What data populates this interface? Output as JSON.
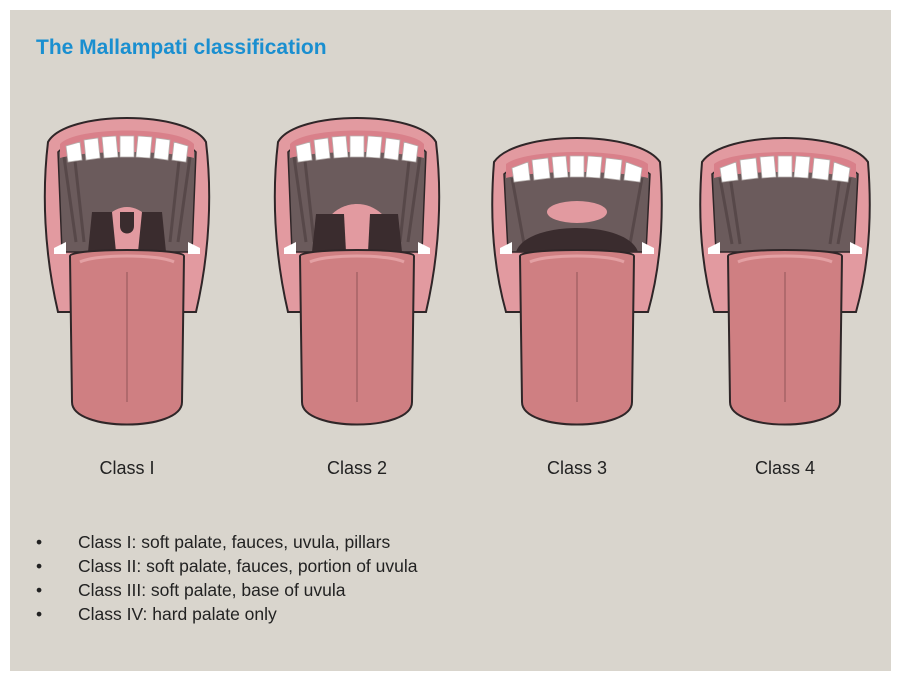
{
  "title": "The Mallampati classification",
  "classes": [
    {
      "label": "Class I"
    },
    {
      "label": "Class 2"
    },
    {
      "label": "Class 3"
    },
    {
      "label": "Class 4"
    }
  ],
  "notes": [
    "Class I: soft palate, fauces, uvula, pillars",
    "Class II: soft palate, fauces, portion of uvula",
    "Class III: soft palate, base of uvula",
    "Class IV: hard palate only"
  ],
  "bullet": "•",
  "colors": {
    "panel": "#d9d5cd",
    "title": "#1a8fd0",
    "lip": "#e29aa0",
    "lip_outline": "#2f2628",
    "gum": "#d9808a",
    "throat_dark": "#4c4041",
    "throat_mid": "#6b5b5c",
    "pharynx": "#3a2c2e",
    "tongue": "#cf7f82",
    "tongue_light": "#e3a0a3",
    "teeth": "#ffffff"
  }
}
